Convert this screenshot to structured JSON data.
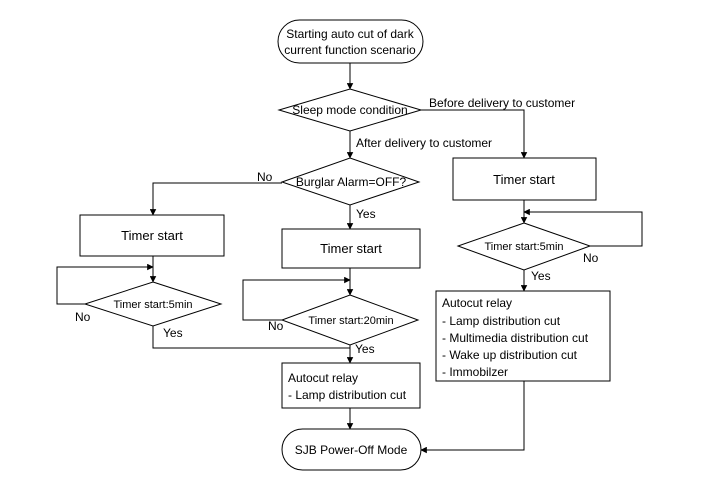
{
  "nodes": {
    "start": {
      "line1": "Starting auto cut of dark",
      "line2": "current function scenario"
    },
    "sleep_mode": {
      "label": "Sleep mode condition"
    },
    "burglar": {
      "label": "Burglar Alarm=OFF?"
    },
    "timer_left": {
      "label": "Timer start"
    },
    "timer_mid": {
      "label": "Timer start"
    },
    "timer_right": {
      "label": "Timer start"
    },
    "check_left": {
      "label": "Timer start:5min"
    },
    "check_mid": {
      "label": "Timer start:20min"
    },
    "check_right": {
      "label": "Timer start:5min"
    },
    "relay_mid": {
      "title": "Autocut relay",
      "items": [
        "- Lamp distribution cut"
      ]
    },
    "relay_right": {
      "title": "Autocut relay",
      "items": [
        "- Lamp distribution cut",
        "- Multimedia distribution cut",
        "- Wake up distribution cut",
        "- Immobilzer"
      ]
    },
    "end": {
      "label": "SJB Power-Off Mode"
    }
  },
  "edges": {
    "before_delivery": "Before delivery to customer",
    "after_delivery": "After delivery to customer",
    "burglar_no": "No",
    "burglar_yes": "Yes",
    "left_no": "No",
    "left_yes": "Yes",
    "mid_no": "No",
    "mid_yes": "Yes",
    "right_no": "No",
    "right_yes": "Yes"
  }
}
